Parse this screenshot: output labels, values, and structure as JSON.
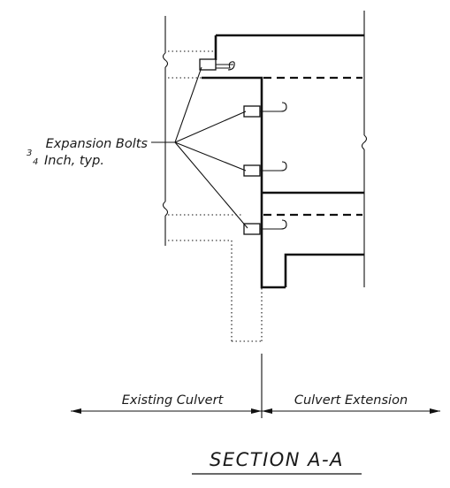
{
  "labels": {
    "bolts_line1": "Expansion Bolts",
    "bolts_frac_num": "3",
    "bolts_frac_den": "4",
    "bolts_line2_rest": "Inch, typ.",
    "existing": "Existing Culvert",
    "extension": "Culvert Extension",
    "section": "SECTION A-A"
  },
  "colors": {
    "ink": "#111111",
    "background": "#ffffff"
  }
}
